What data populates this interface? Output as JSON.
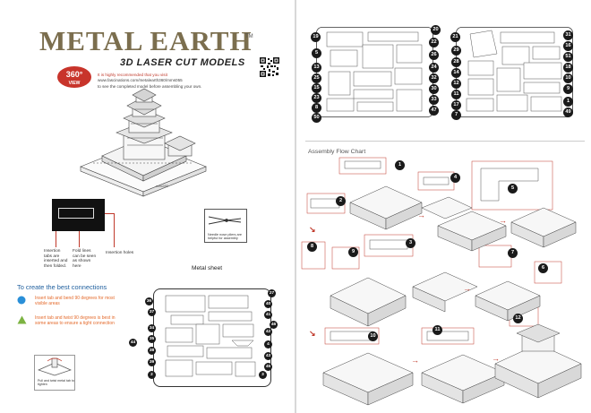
{
  "header": {
    "brand": "METAL EARTH",
    "trademark": "TM",
    "subtitle": "3D LASER CUT MODELS",
    "badge_main": "360°",
    "badge_sub": "VIEW",
    "promo_line1": "It is highly recommended that you visit",
    "promo_line2": "www.fascinations.com/metalearth360/mms055",
    "promo_line3": "to see the completed model before assembling your own."
  },
  "model_code": "mms055",
  "insertion": {
    "label_tabs": "Insertion tabs are inserted and then folded.",
    "label_fold": "Fold lines can be seen as shown here",
    "label_holes": "Insertion holes"
  },
  "plier_note": "Needle nose pliers are helpful for assembly",
  "connections": {
    "title": "To create the best connections",
    "tip1": "Insert tab and bend 90 degrees for most visible areas",
    "tip2": "Insert tab and twist 90 degrees is best in some areas to ensure a tight connection",
    "twist_note": "Pull and twist metal tab to tighten",
    "tip1_color": "#2a8fd8",
    "tip2_color": "#7cb342"
  },
  "metal_sheet": {
    "title": "Metal sheet",
    "parts_left": [
      "36",
      "37",
      "34",
      "35",
      "44",
      "38",
      "39",
      "2"
    ],
    "parts_right": [
      "27",
      "40",
      "41",
      "42",
      "4",
      "43",
      "45",
      "3"
    ],
    "parts_extra": [
      "46"
    ]
  },
  "right_sheets": {
    "sheet_a_left": [
      "19",
      "5",
      "13",
      "25",
      "15",
      "23",
      "8",
      "50"
    ],
    "sheet_a_right": [
      "20",
      "22",
      "26",
      "24",
      "32",
      "30",
      "33",
      "47"
    ],
    "sheet_b_left": [
      "21",
      "29",
      "28",
      "14",
      "12",
      "11",
      "17",
      "7"
    ],
    "sheet_b_right": [
      "31",
      "16",
      "51",
      "18",
      "10",
      "9",
      "1",
      "49"
    ]
  },
  "flow": {
    "title": "Assembly Flow Chart",
    "steps": [
      "1",
      "2",
      "3",
      "4",
      "5",
      "6",
      "7",
      "8",
      "9",
      "10",
      "11",
      "12"
    ]
  }
}
